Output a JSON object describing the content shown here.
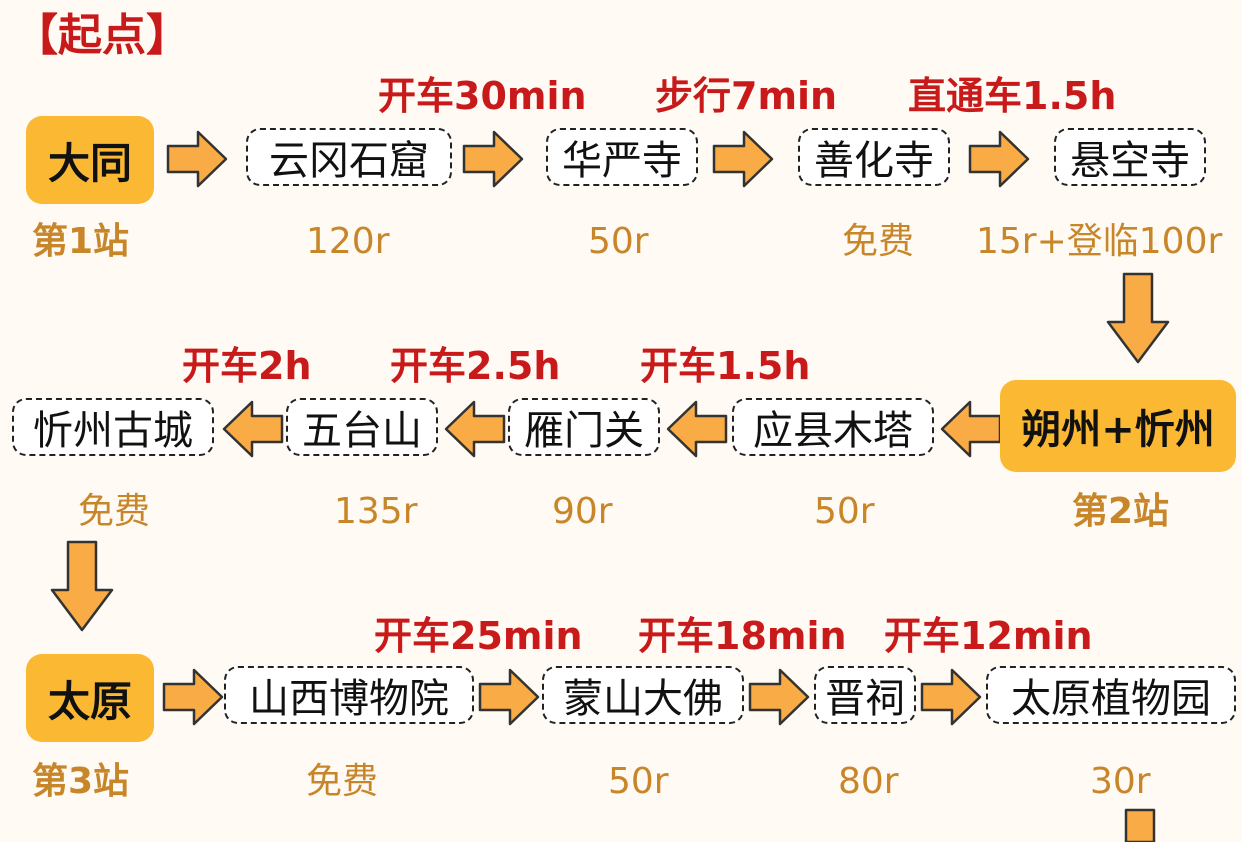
{
  "title": "【起点】",
  "colors": {
    "city_bg": "#fbb933",
    "travel_text": "#c81a1a",
    "price_text": "#c8862a",
    "arrow_fill": "#f9ab45"
  },
  "row1": {
    "city": "大同",
    "stage": "第1站",
    "places": [
      "云冈石窟",
      "华严寺",
      "善化寺",
      "悬空寺"
    ],
    "travel": [
      "开车30min",
      "步行7min",
      "直通车1.5h"
    ],
    "prices": [
      "120r",
      "50r",
      "免费",
      "15r+登临100r"
    ]
  },
  "row2": {
    "city": "朔州+忻州",
    "stage": "第2站",
    "places": [
      "应县木塔",
      "雁门关",
      "五台山",
      "忻州古城"
    ],
    "travel": [
      "开车1.5h",
      "开车2.5h",
      "开车2h"
    ],
    "prices": [
      "50r",
      "90r",
      "135r",
      "免费"
    ]
  },
  "row3": {
    "city": "太原",
    "stage": "第3站",
    "places": [
      "山西博物院",
      "蒙山大佛",
      "晋祠",
      "太原植物园"
    ],
    "travel": [
      "开车25min",
      "开车18min",
      "开车12min"
    ],
    "prices": [
      "免费",
      "50r",
      "80r",
      "30r"
    ]
  }
}
